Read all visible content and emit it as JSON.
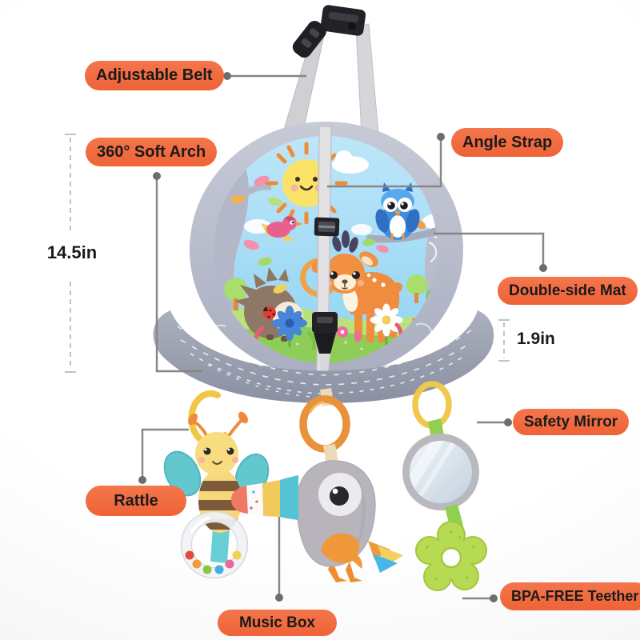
{
  "callouts": {
    "adjustable_belt": "Adjustable Belt",
    "angle_strap": "Angle Strap",
    "soft_arch": "360° Soft Arch",
    "double_side_mat": "Double-side Mat",
    "safety_mirror": "Safety Mirror",
    "rattle": "Rattle",
    "music_box": "Music Box",
    "bpa_free_teether": "BPA-FREE Teether"
  },
  "measurements": {
    "arch_height": "14.5in",
    "mat_thickness": "1.9in"
  },
  "colors": {
    "badge_bg": "#ef6237",
    "badge_bg_light": "#f4764c",
    "badge_text": "#1a1a1a",
    "connector": "#868686",
    "dot": "#6d6d6d",
    "measure": "#c2c2c2"
  }
}
